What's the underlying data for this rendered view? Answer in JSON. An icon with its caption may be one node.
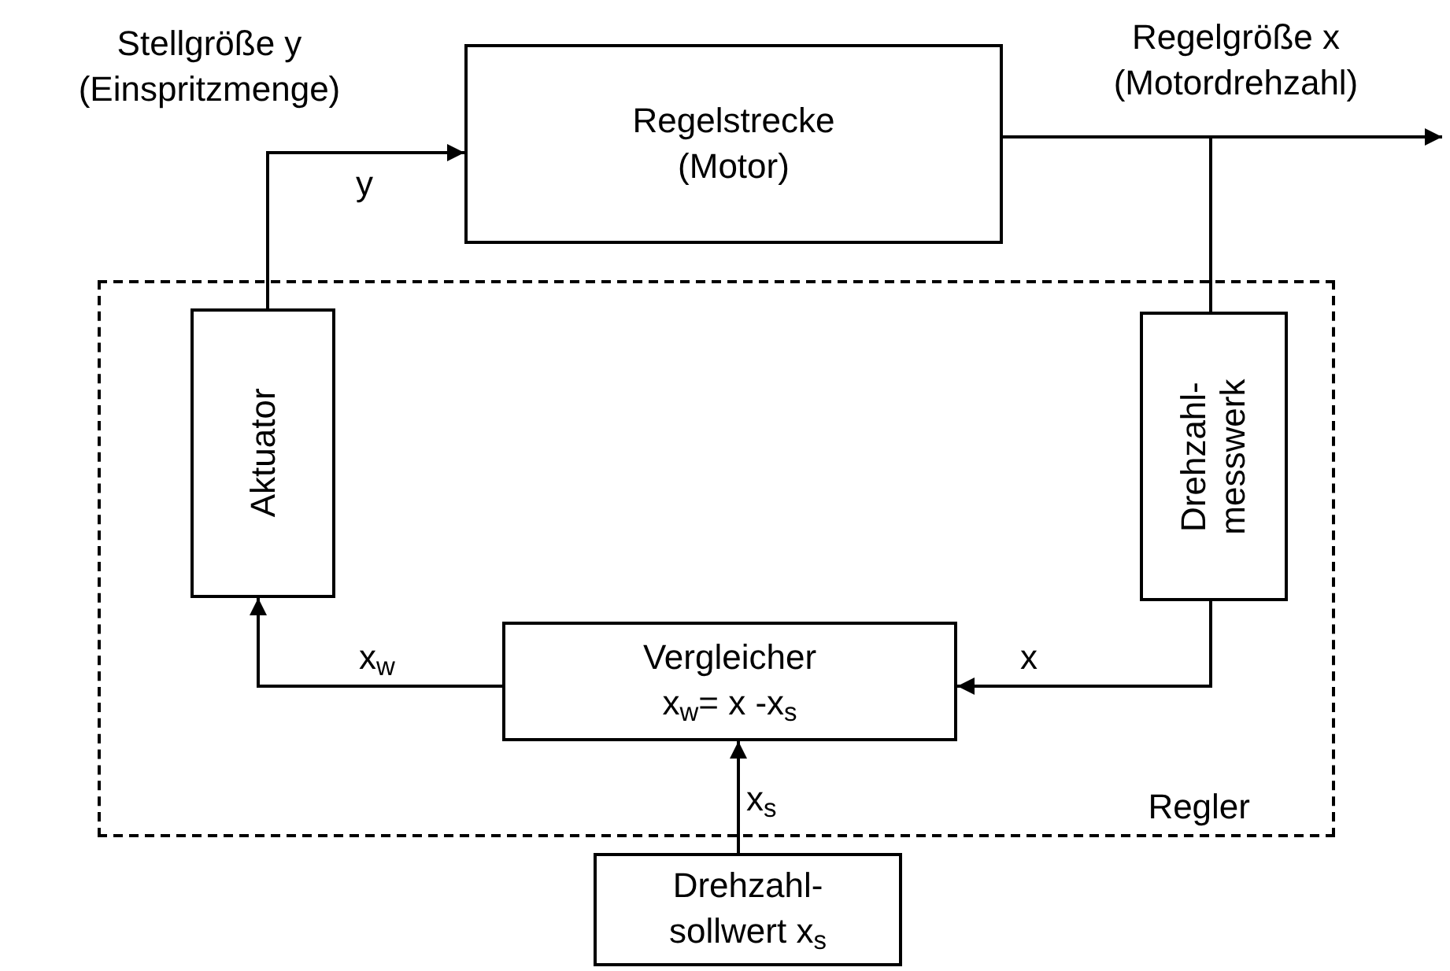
{
  "diagram": {
    "nodes": [
      {
        "text": [
          "Regelstrecke (Motor)"
        ]
      },
      {
        "text": [
          "Regler"
        ]
      },
      {
        "text": [
          "Aktuator"
        ],
        "in": 1
      },
      {
        "text": [
          "Drehzahl- messwerk"
        ],
        "in": 1
      },
      {
        "text": [
          "Vergleicher",
          "x$_{w}$= x -x$_{s}$"
        ],
        "in": 1
      },
      {
        "text": [
          "Drehzahl- sollwert x$_{s}$"
        ]
      }
    ],
    "edges": [
      {
        "from": 2,
        "to": 0,
        "arrow": "to",
        "label": "y"
      },
      {
        "from": 0,
        "to": null,
        "arrow": "to"
      },
      {
        "from": 0,
        "to": 3,
        "arrow": "none"
      },
      {
        "from": 3,
        "to": 4,
        "arrow": "to",
        "label": "x"
      },
      {
        "from": 4,
        "to": 2,
        "arrow": "to",
        "label": "x$_{w}$"
      },
      {
        "from": 5,
        "to": 4,
        "arrow": "to",
        "label": "x$_{s}$"
      }
    ],
    "labels": [
      "Stellgröße y (Einspritzmenge)",
      "Regelgröße x (Motordrehzahl)"
    ]
  }
}
